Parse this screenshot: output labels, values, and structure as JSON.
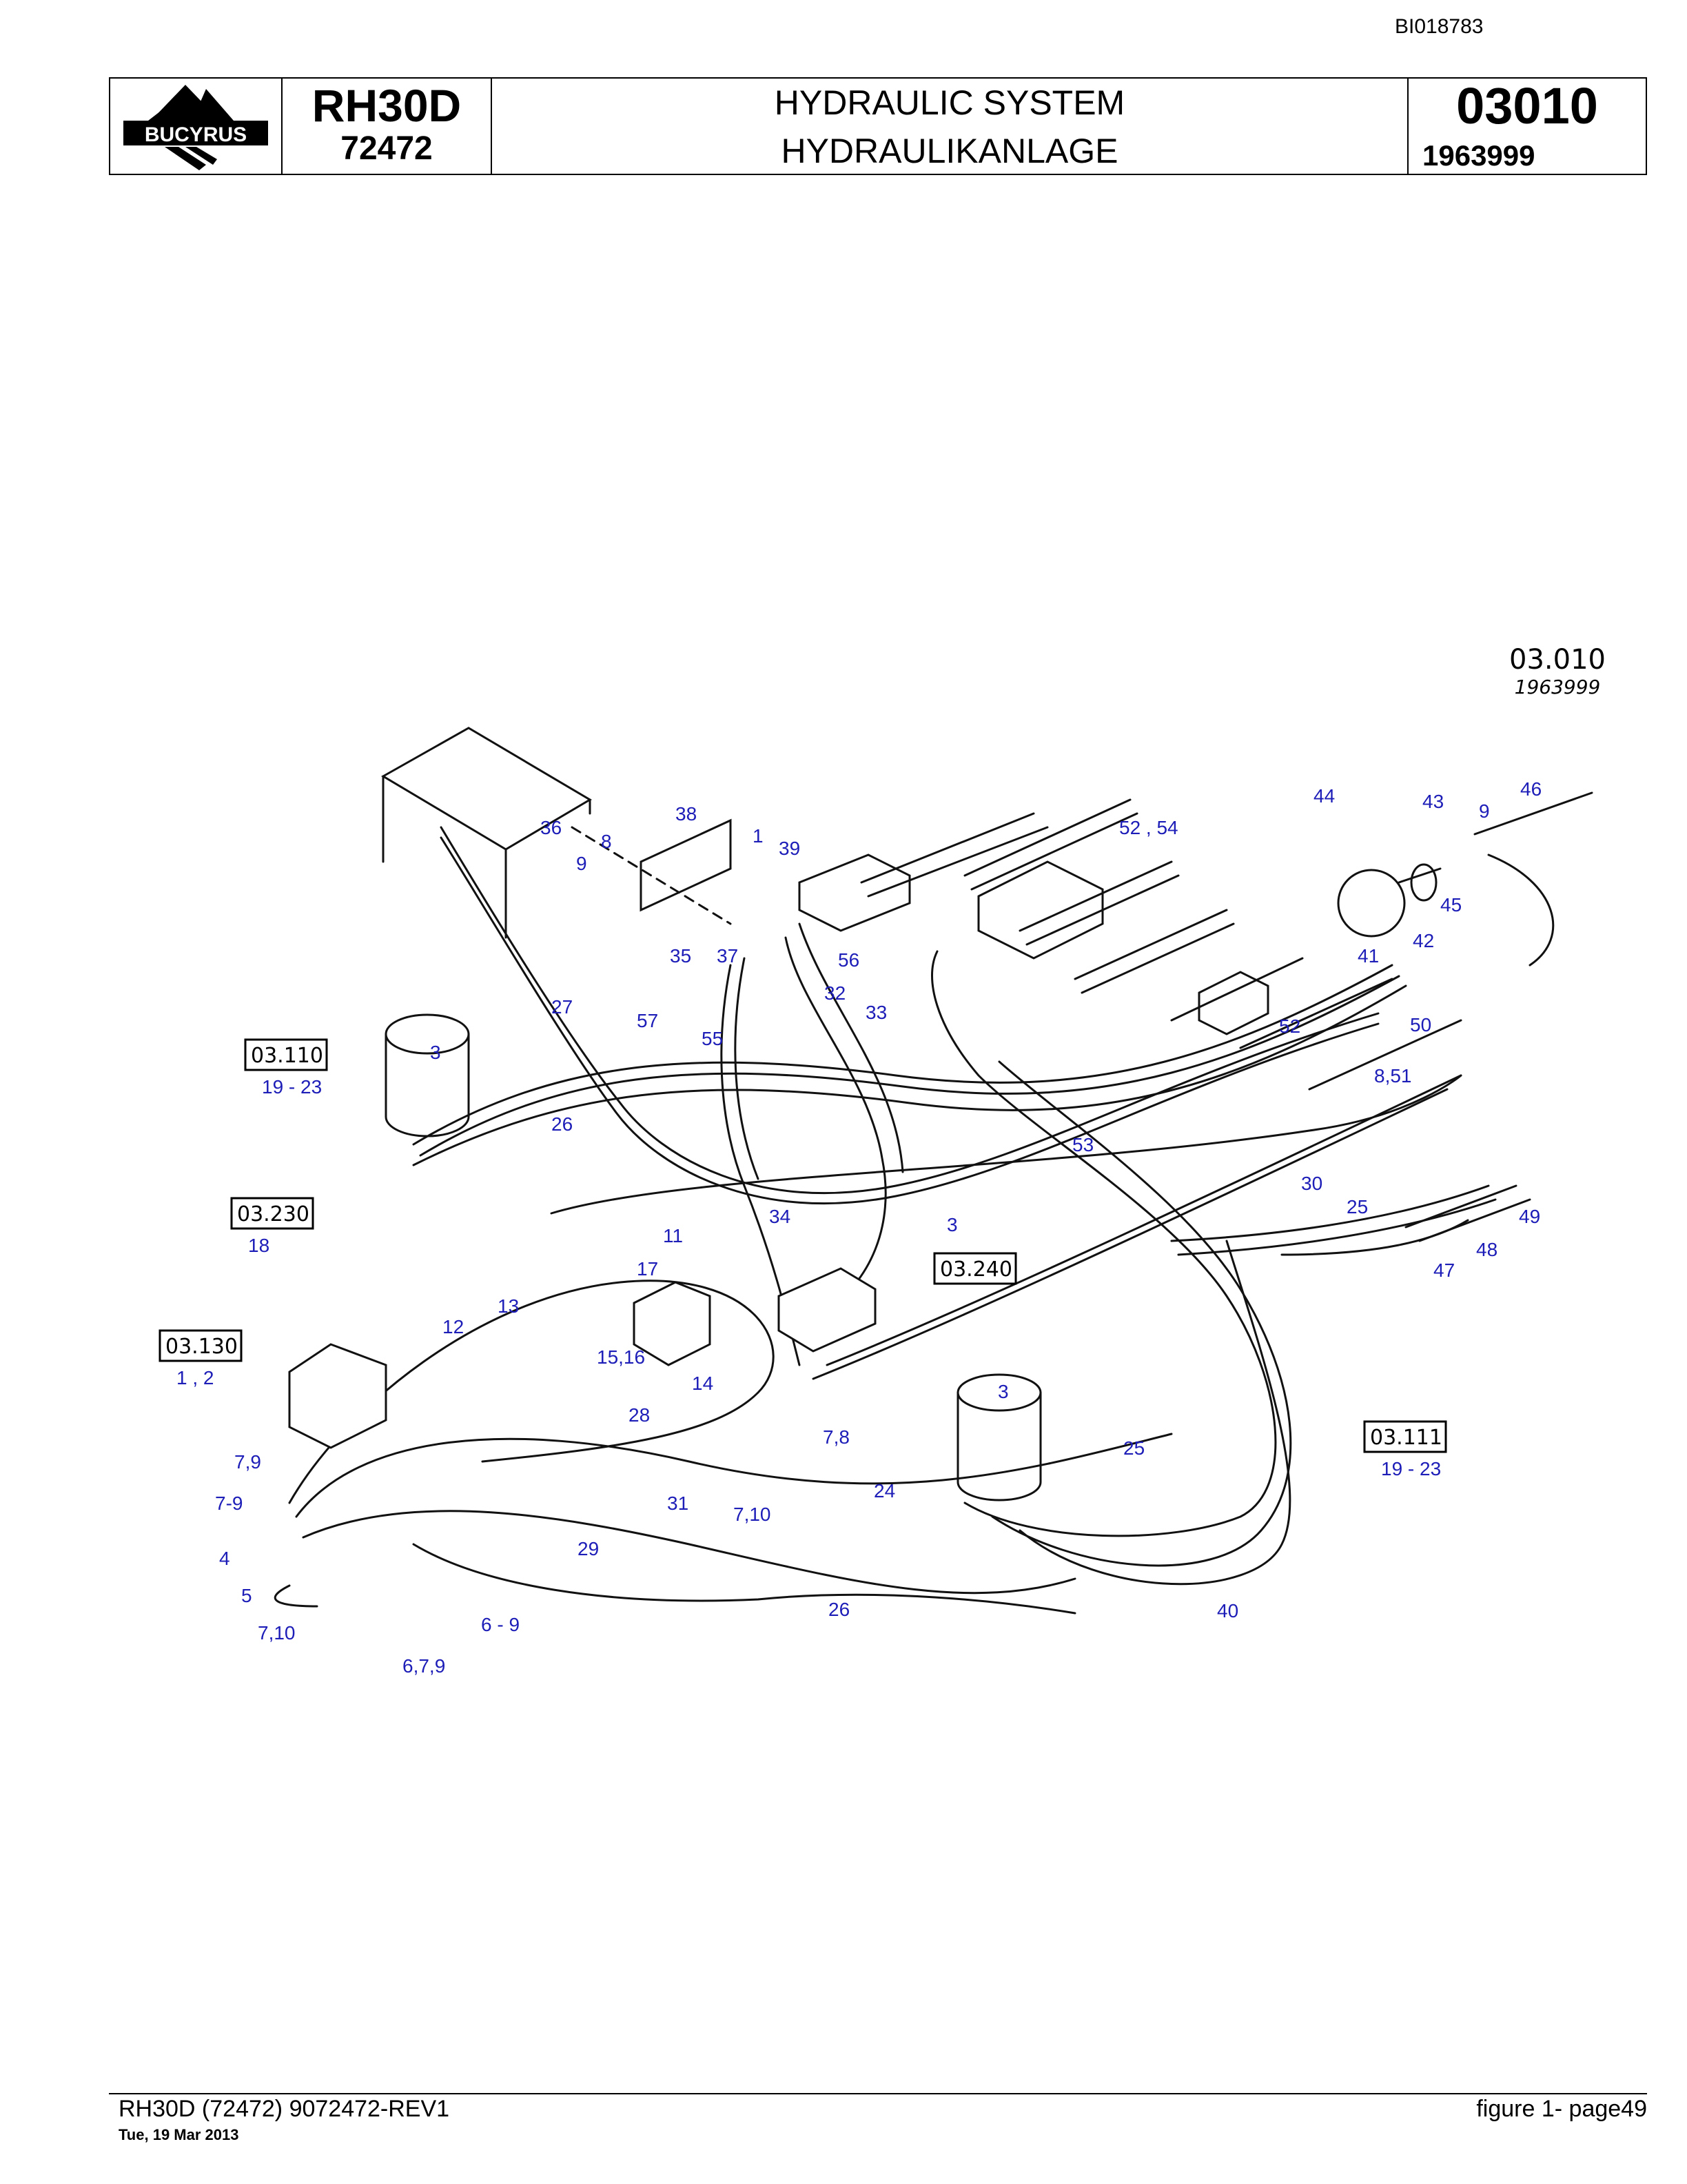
{
  "document": {
    "doc_id": "BI018783",
    "logo_text": "BUCYRUS",
    "model": "RH30D",
    "serial": "72472",
    "title_en": "HYDRAULIC SYSTEM",
    "title_de": "HYDRAULIKANLAGE",
    "group_number": "03010",
    "part_number": "1963999"
  },
  "diagram": {
    "ref_code": "03.010",
    "ref_part": "1963999",
    "ref_boxes": [
      {
        "code": "03.110",
        "items": "19 - 23"
      },
      {
        "code": "03.230",
        "items": "18"
      },
      {
        "code": "03.130",
        "items": "1 , 2"
      },
      {
        "code": "03.240",
        "items": ""
      },
      {
        "code": "03.111",
        "items": "19 - 23"
      }
    ],
    "callouts": [
      "36",
      "8",
      "9",
      "38",
      "1",
      "39",
      "35",
      "37",
      "56",
      "27",
      "57",
      "55",
      "32",
      "33",
      "52 , 54",
      "44",
      "43",
      "9",
      "46",
      "41",
      "42",
      "45",
      "3",
      "26",
      "53",
      "52",
      "50",
      "8,51",
      "30",
      "11",
      "34",
      "25",
      "49",
      "48",
      "47",
      "17",
      "13",
      "12",
      "15,16",
      "14",
      "28",
      "7,8",
      "3",
      "25",
      "24",
      "31",
      "7,10",
      "29",
      "26",
      "40",
      "3",
      "7,9",
      "7-9",
      "4",
      "5",
      "7,10",
      "6,7,9",
      "6 - 9"
    ]
  },
  "footer": {
    "left": "RH30D (72472) 9072472-REV1",
    "date": "Tue, 19 Mar 2013",
    "right": "figure  1- page49"
  }
}
